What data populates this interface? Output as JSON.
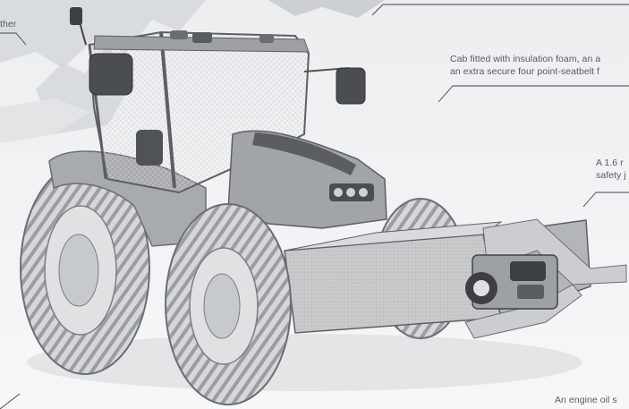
{
  "scene": {
    "subject_icon": "tractor-illustration-icon",
    "background_icon": "snowy-mountain-icon"
  },
  "callouts": {
    "weather": {
      "text": "ther"
    },
    "cab": {
      "line1": "Cab fitted with insulation foam, an a",
      "line2": "an extra secure four point-seatbelt f"
    },
    "safety": {
      "line1": "A 1.6 r",
      "line2": "safety j"
    },
    "oil": {
      "text": "An engine oil s"
    }
  },
  "colors": {
    "background": "#f2f3f4",
    "text": "#555b60",
    "leader": "#3f4448",
    "body": "#8b8f93",
    "tyre": "#7b7f83"
  }
}
